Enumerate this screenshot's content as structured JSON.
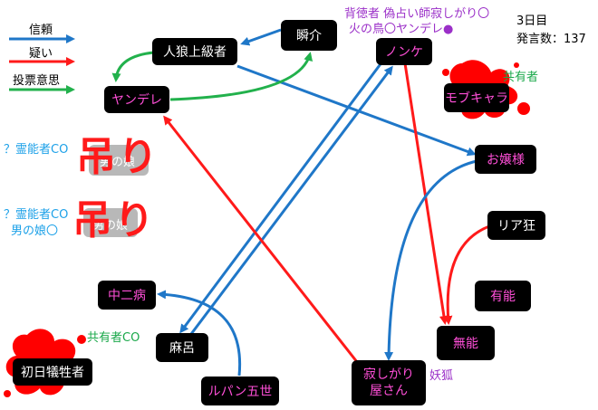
{
  "legend": {
    "trust": "信頼",
    "suspect": "疑い",
    "vote": "投票意思",
    "trust_color": "#1f77c8",
    "suspect_color": "#ff1a1a",
    "vote_color": "#22b14c"
  },
  "info": {
    "day": "3日目",
    "posts": "発言数：137"
  },
  "claims": {
    "line1": "背徳者 偽占い師寂しがり〇",
    "line2": "火の鳥〇ヤンデレ●"
  },
  "nodes": {
    "jinrou_joukyuusha": "人狼上級者",
    "shunsuke": "瞬介",
    "nonke": "ノンケ",
    "yandere": "ヤンデレ",
    "mobuchara": "モブキャラ",
    "ojousama": "お嬢様",
    "otoko_no_ko_1": "男の娘",
    "otoko_no_ko_2": "男の娘",
    "ria_kyou": "リア狂",
    "yuunou": "有能",
    "chuunibyou": "中二病",
    "asakura": "麻呂",
    "munou": "無能",
    "shonichi": "初日犠牲者",
    "lupin": "ルパン五世",
    "sabishigari": "寂しがり\n屋さん",
    "sabishigari_l1": "寂しがり",
    "sabishigari_l2": "屋さん"
  },
  "labels": {
    "kyouyuusha_top": "共有者",
    "kyouyuusha_bottom": "共有者CO",
    "reinou_1": "？霊能者CO",
    "reinou_2": "？霊能者CO",
    "otoko_no_ko_claim": "男の娘〇",
    "youko": "妖狐",
    "tsuri": "吊り"
  }
}
